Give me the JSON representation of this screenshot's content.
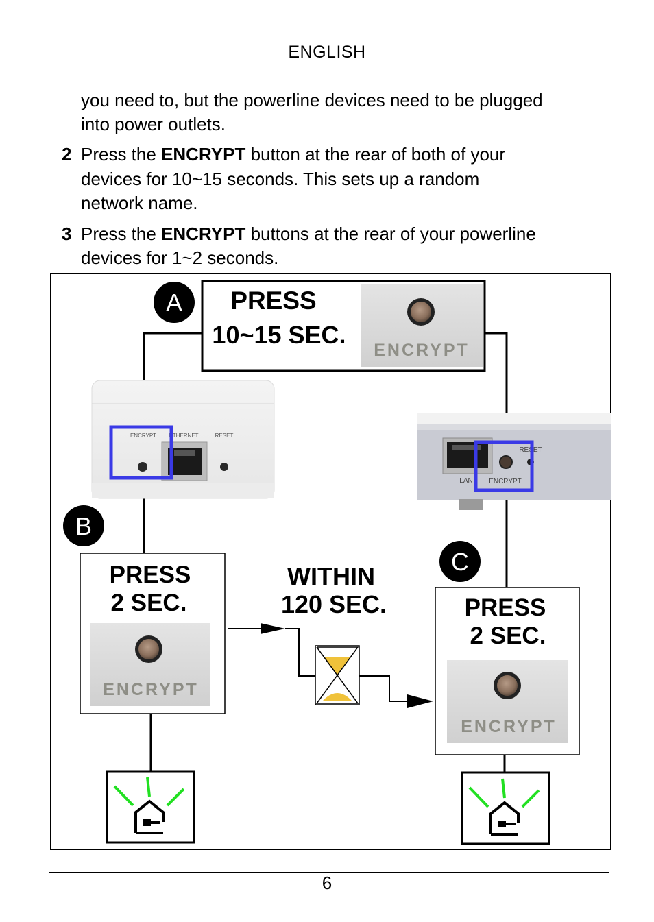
{
  "header": {
    "title": "ENGLISH"
  },
  "intro": {
    "line1": "you need to, but the powerline devices need to be plugged",
    "line2": "into power outlets."
  },
  "steps": [
    {
      "number": "2",
      "pre": "Press the ",
      "bold": "ENCRYPT",
      "line1_rest": " button at the rear of both of your",
      "line2": "devices for 10~15 seconds. This sets up a random",
      "line3": "network name."
    },
    {
      "number": "3",
      "pre": "Press the ",
      "bold": "ENCRYPT",
      "line1_rest": " buttons at the rear of your powerline",
      "line2": "devices for 1~2 seconds."
    }
  ],
  "figure": {
    "marker_a": "A",
    "marker_b": "B",
    "marker_c": "C",
    "box_a": {
      "line1": "PRESS",
      "line2": "10~15 SEC."
    },
    "box_b": {
      "line1": "PRESS",
      "line2": "2 SEC."
    },
    "box_c": {
      "line1": "PRESS",
      "line2": "2 SEC."
    },
    "within": {
      "line1": "WITHIN",
      "line2": "120 SEC."
    },
    "button_label": "ENCRYPT",
    "device_left": {
      "label_encrypt": "ENCRYPT",
      "label_ethernet": "ETHERNET",
      "label_reset": "RESET"
    },
    "device_right": {
      "label_lan": "LAN",
      "label_encrypt": "ENCRYPT",
      "label_reset": "RESET"
    },
    "icons": [
      "hourglass-icon",
      "home-network-led-icon"
    ],
    "colors": {
      "highlight": "#3a3ae6",
      "led": "#22e022",
      "sand": "#f0c23a",
      "panel": "#d9d9d9"
    }
  },
  "footer": {
    "page_number": "6"
  }
}
